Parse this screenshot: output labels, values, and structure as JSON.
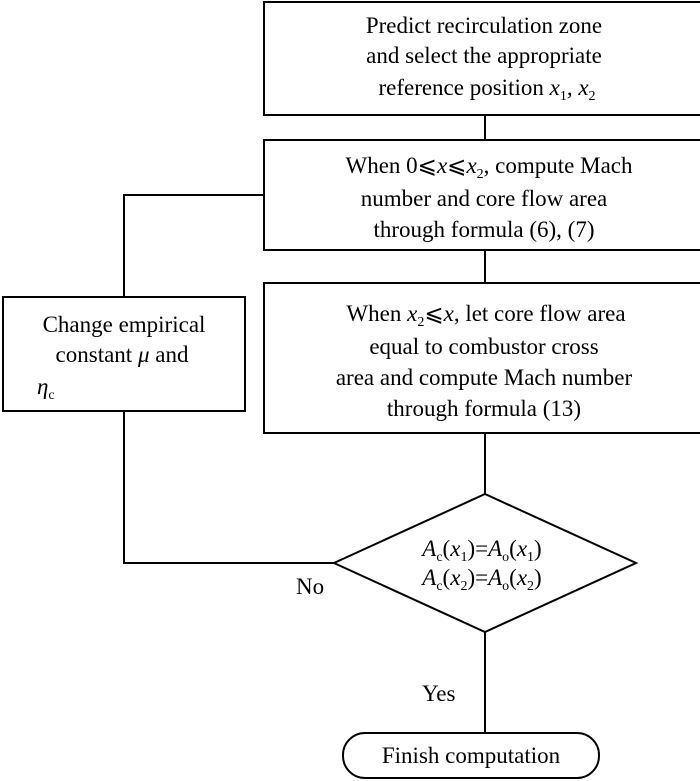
{
  "nodes": {
    "predict": {
      "line1": "Predict recirculation zone",
      "line2": "and select the appropriate",
      "line3_text": "reference position ",
      "var1": "x",
      "sub1": "1",
      "comma": ", ",
      "var2": "x",
      "sub2": "2"
    },
    "compute_region1": {
      "pre": "When 0",
      "leq1": "⩽",
      "var_x": "x",
      "leq2": "⩽",
      "var_x2": "x",
      "sub2": "2",
      "post": ", compute Mach",
      "line2": "number and core flow area",
      "line3": "through formula (6), (7)"
    },
    "compute_region2": {
      "pre": "When ",
      "var_x2": "x",
      "sub2": "2",
      "leq": "⩽",
      "var_x": "x",
      "post": ", let core flow area",
      "line2": "equal to combustor cross",
      "line3": "area and compute Mach number",
      "line4": "through formula (13)"
    },
    "change_constants": {
      "line1": "Change empirical",
      "line2_pre": "constant ",
      "mu": "μ",
      "line2_post": " and",
      "eta": "η",
      "eta_sub": "c"
    },
    "decision": {
      "A": "A",
      "sub_c": "c",
      "sub_o": "o",
      "x": "x",
      "one": "1",
      "two": "2",
      "lp": "(",
      "rp": ")",
      "eq": "="
    },
    "finish": {
      "label": "Finish computation"
    }
  },
  "edges": {
    "no_label": "No",
    "yes_label": "Yes"
  }
}
